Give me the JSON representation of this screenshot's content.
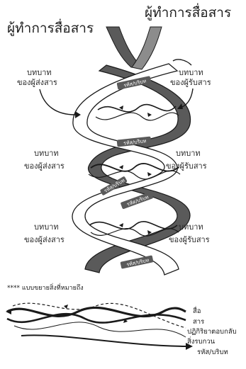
{
  "titles": {
    "left": "ผู้ทำการสื่อสาร",
    "right": "ผู้ทำการสื่อสาร"
  },
  "roles": {
    "line1": "บทบาท",
    "sender": "ของผู้ส่งสาร",
    "receiver": "ของผู้รับสาร"
  },
  "code_label": "รหัส/บริบท",
  "legend": {
    "heading": "**** แบบขยายสิ่งที่หมายถึง",
    "items": [
      "สื่อ",
      "สาร",
      "ปฏิกิริยาตอบกลับ",
      "สิ่งรบกวน",
      "รหัส/บริบท"
    ]
  },
  "colors": {
    "ribbon_light": "#ffffff",
    "ribbon_dark": "#5a5a5a",
    "outline": "#1a1a1a"
  }
}
